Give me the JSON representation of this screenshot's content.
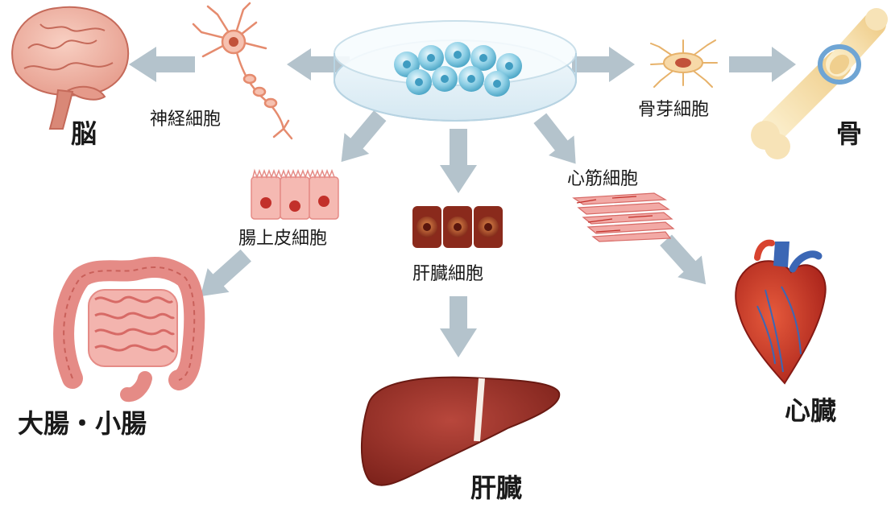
{
  "cell_labels": {
    "neuron": "神経細胞",
    "osteoblast": "骨芽細胞",
    "intestinal_epithelial": "腸上皮細胞",
    "hepatocyte": "肝臓細胞",
    "cardiomyocyte": "心筋細胞"
  },
  "organ_labels": {
    "brain": "脳",
    "bone": "骨",
    "intestine": "大腸・小腸",
    "liver": "肝臓",
    "heart": "心臓"
  },
  "icons": {
    "source": "petri-dish-stem-cells-icon",
    "brain": "brain-icon",
    "bone": "bone-icon",
    "intestine": "intestine-icon",
    "liver": "liver-icon",
    "heart": "heart-icon"
  },
  "colors": {
    "arrow": "#b4c3cc",
    "cells_blue": "#7ec6de",
    "organ_red": "#a8332a",
    "intestine_pink": "#e58b86",
    "bone_cream": "#f5deaa"
  }
}
